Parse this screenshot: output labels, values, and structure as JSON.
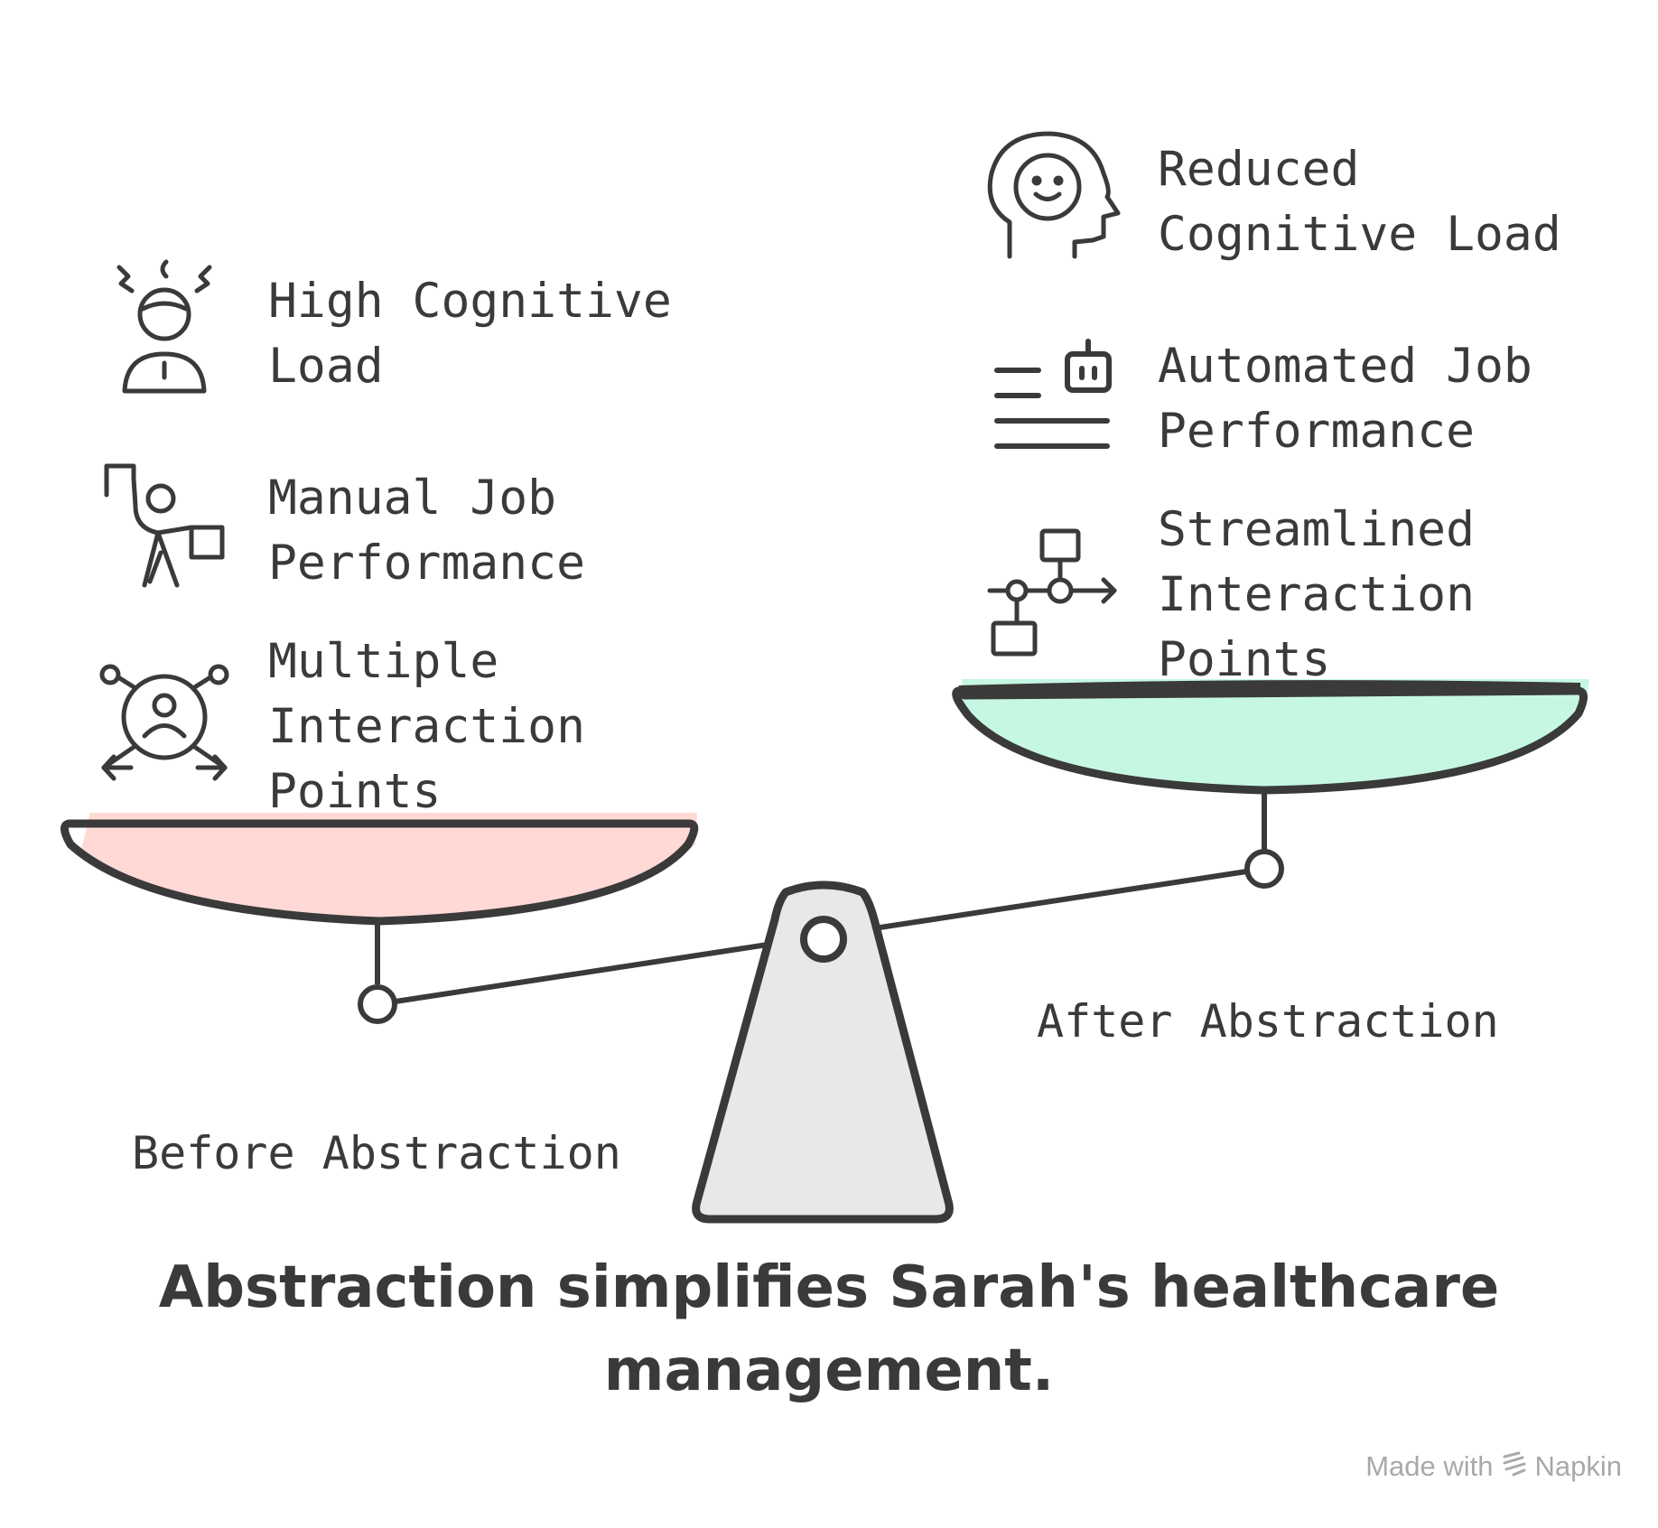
{
  "title": "Abstraction simplifies Sarah's healthcare management.",
  "colors": {
    "ink": "#3a3a3a",
    "left_pan_fill": "#ffd9d6",
    "right_pan_fill": "#c6f7e2",
    "fulcrum_fill": "#e8e8e8",
    "watermark": "#a9a9a9"
  },
  "left": {
    "caption": "Before Abstraction",
    "items": [
      {
        "label": "High Cognitive\nLoad",
        "icon": "stressed-person-icon"
      },
      {
        "label": "Manual Job\nPerformance",
        "icon": "person-carrying-box-icon"
      },
      {
        "label": "Multiple\nInteraction\nPoints",
        "icon": "person-network-icon"
      }
    ]
  },
  "right": {
    "caption": "After Abstraction",
    "items": [
      {
        "label": "Reduced\nCognitive Load",
        "icon": "calm-head-icon"
      },
      {
        "label": "Automated Job\nPerformance",
        "icon": "robot-lines-icon"
      },
      {
        "label": "Streamlined\nInteraction\nPoints",
        "icon": "flowchart-icon"
      }
    ]
  },
  "watermark": {
    "prefix": "Made with",
    "brand": "Napkin",
    "icon": "napkin-logo-icon"
  }
}
